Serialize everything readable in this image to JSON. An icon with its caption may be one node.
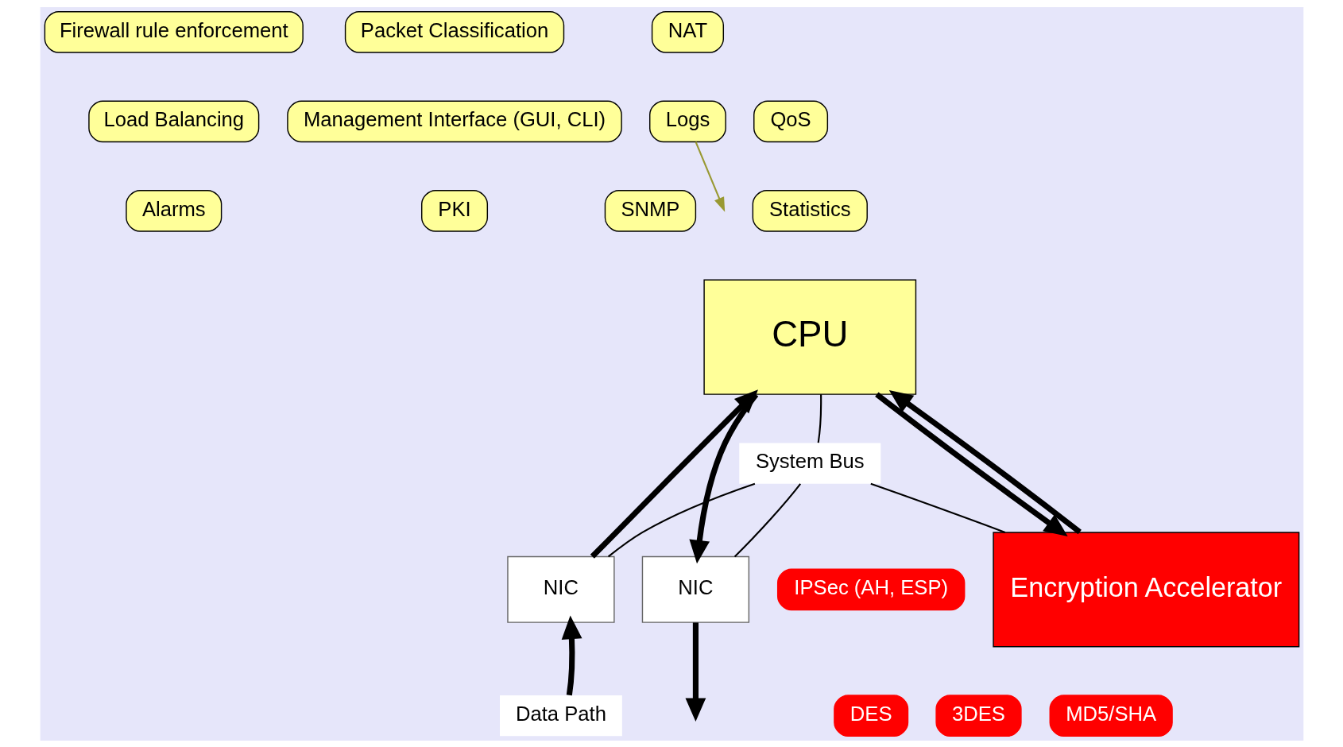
{
  "diagram": {
    "nodes": [
      {
        "text": [
          "Firewall rule enforcement"
        ]
      },
      {
        "text": [
          "Packet Classification"
        ]
      },
      {
        "text": [
          "NAT"
        ]
      },
      {
        "text": [
          "Logs"
        ]
      },
      {
        "text": [
          "Load Balancing"
        ]
      },
      {
        "text": [
          "QoS"
        ]
      },
      {
        "text": [
          "Management Interface (GUI, CLI)"
        ]
      },
      {
        "text": [
          "SNMP"
        ]
      },
      {
        "text": [
          "Alarms"
        ]
      },
      {
        "text": [
          "PKI"
        ]
      },
      {
        "text": [
          "Statistics"
        ]
      },
      {
        "text": [
          "CPU"
        ]
      },
      {
        "text": [
          "System Bus"
        ]
      },
      {
        "text": [
          "NIC"
        ]
      },
      {
        "text": [
          "NIC"
        ]
      },
      {
        "text": [
          "Data Path"
        ]
      },
      {
        "text": [
          "Encryption Accelerator"
        ]
      },
      {
        "text": [
          "IPSec (AH, ESP)"
        ]
      },
      {
        "text": [
          "DES"
        ]
      },
      {
        "text": [
          "3DES"
        ]
      },
      {
        "text": [
          "MD5/SHA"
        ]
      }
    ],
    "edges": [
      {
        "from": 15,
        "to": 13,
        "arrow": "to"
      },
      {
        "from": 13,
        "to": 11,
        "arrow": "to"
      },
      {
        "from": 11,
        "to": 14,
        "arrow": "to"
      },
      {
        "from": 14,
        "to": null,
        "arrow": "to"
      },
      {
        "from": 11,
        "to": 16,
        "arrow": "to"
      },
      {
        "from": 16,
        "to": 11,
        "arrow": "to"
      },
      {
        "from": 11,
        "to": 12,
        "arrow": "none"
      },
      {
        "from": 13,
        "to": 12,
        "arrow": "none"
      },
      {
        "from": 14,
        "to": 12,
        "arrow": "none"
      },
      {
        "from": 16,
        "to": 12,
        "arrow": "none"
      },
      {
        "from": 3,
        "to": null,
        "arrow": "to",
        "color": "#999933"
      }
    ]
  }
}
